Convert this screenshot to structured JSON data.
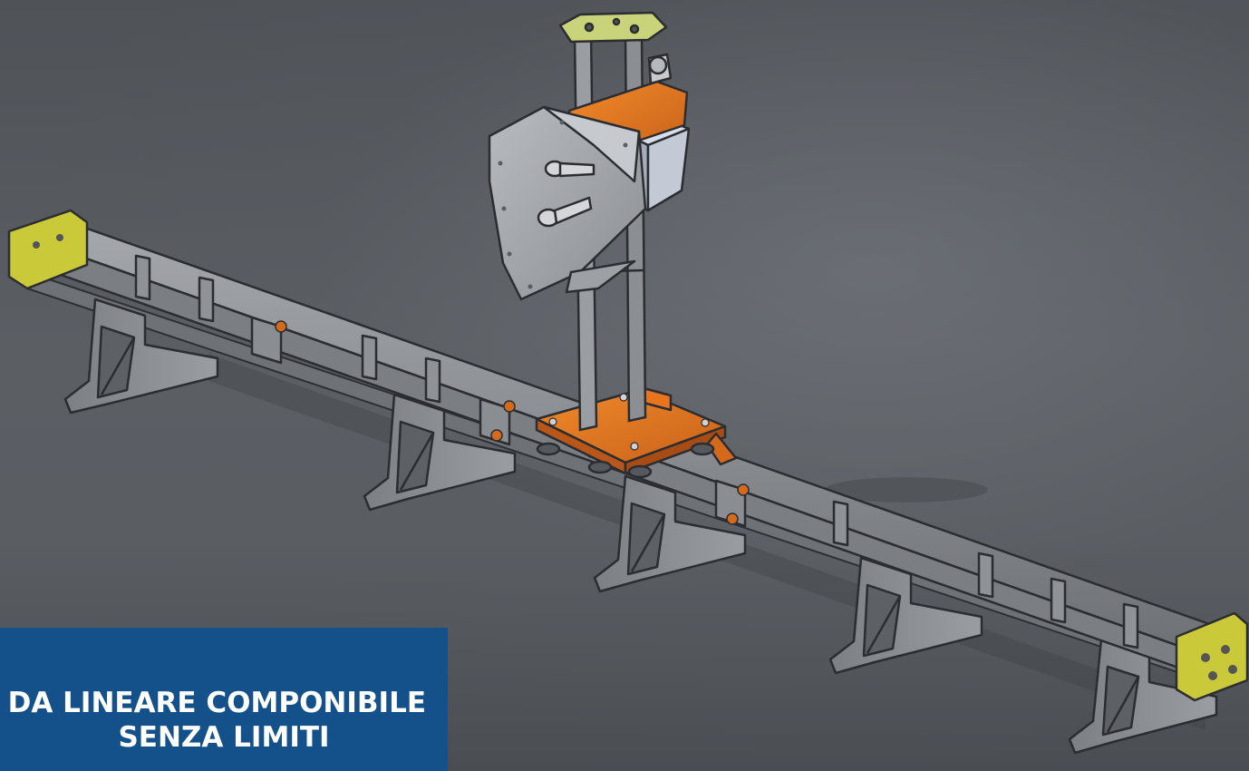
{
  "caption": {
    "line1": "DA LINEARE COMPONIBILE",
    "line2": "SENZA LIMITI"
  },
  "colors": {
    "background": "#55595e",
    "caption_background": "#14518a",
    "caption_text": "#ffffff",
    "frame_metal": "#8e9095",
    "carriage_orange": "#e8751e",
    "end_plate_yellow": "#c9c93a",
    "top_plate": "#c8d37a",
    "shield_metal": "#a9acb1",
    "motor_block": "#c0c6d8"
  },
  "illustration": {
    "subject": "linear-guide-cad-render",
    "support_legs": 5,
    "rail_segments": 3
  }
}
